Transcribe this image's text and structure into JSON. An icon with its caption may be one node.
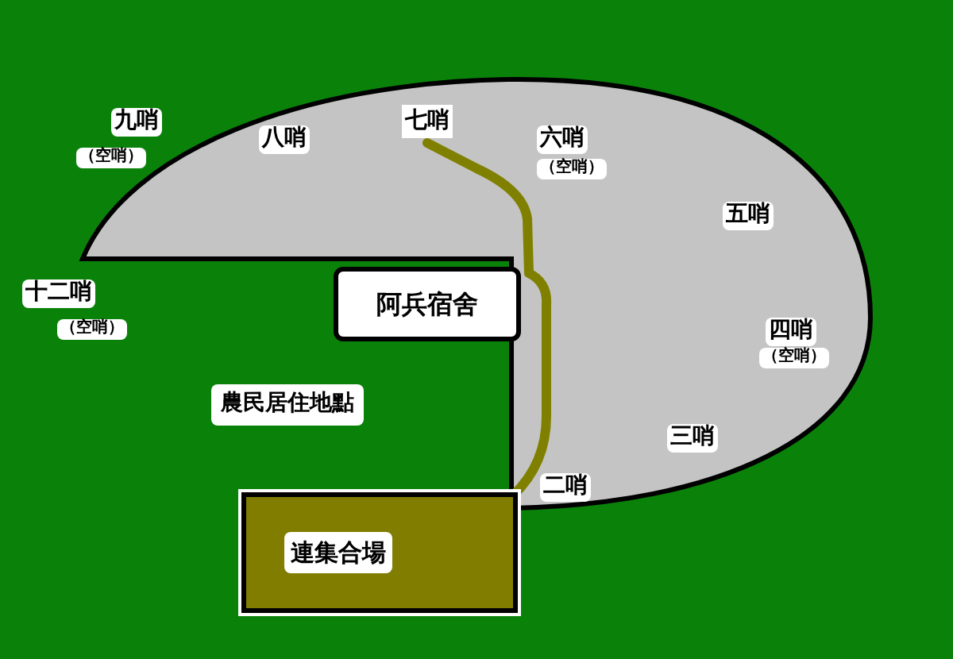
{
  "diagram": {
    "nodes": [
      {
        "text": [
          "阿兵宿舍"
        ]
      },
      {
        "text": [
          "連集合場"
        ]
      },
      {
        "text": [
          "七哨"
        ]
      }
    ],
    "edges": [
      {
        "from": 2,
        "to": 1,
        "arrow": "none",
        "color": "#808000"
      }
    ],
    "labels": [
      "九哨",
      "（空哨）",
      "八哨",
      "六哨",
      "（空哨）",
      "五哨",
      "十二哨",
      "（空哨）",
      "四哨",
      "（空哨）",
      "農民居住地點",
      "三哨",
      "二哨"
    ]
  }
}
